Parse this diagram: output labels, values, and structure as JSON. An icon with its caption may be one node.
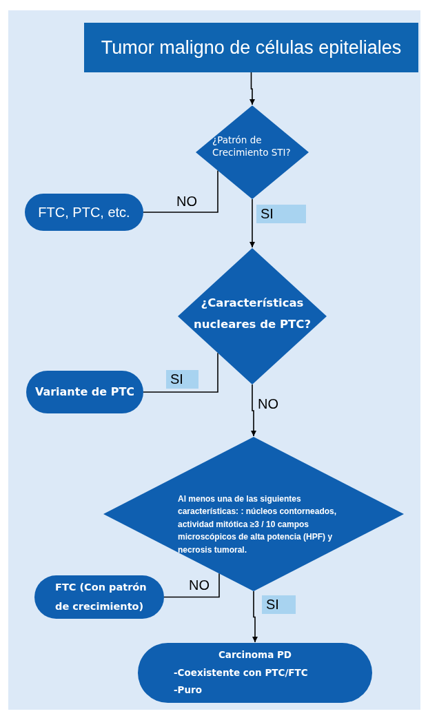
{
  "diagram": {
    "nodes": [
      {
        "text": [
          "Tumor maligno de células epiteliales"
        ]
      },
      {
        "text": [
          "¿Patrón de Crecimiento STI?"
        ]
      },
      {
        "text": [
          "FTC, PTC, etc."
        ]
      },
      {
        "text": [
          "¿Características nucleares de PTC?"
        ]
      },
      {
        "text": [
          "Variante de PTC"
        ]
      },
      {
        "text": [
          "Al menos una de las siguientes características: : núcleos contorneados, actividad mitótica ≥3 / 10 campos microscópicos de alta potencia (HPF) y necrosis tumoral."
        ]
      },
      {
        "text": [
          "FTC (Con patrón de crecimiento)"
        ]
      },
      {
        "text": [
          "Carcinoma PD",
          "-Coexistente con PTC/FTC",
          "-Puro"
        ]
      }
    ],
    "edges": [
      {
        "from": 0,
        "to": 1,
        "arrow": "to"
      },
      {
        "from": 1,
        "to": 2,
        "arrow": "none",
        "label": "NO"
      },
      {
        "from": 1,
        "to": 3,
        "arrow": "to",
        "label": "SI"
      },
      {
        "from": 3,
        "to": 4,
        "arrow": "none",
        "label": "SI"
      },
      {
        "from": 3,
        "to": 5,
        "arrow": "to",
        "label": "NO"
      },
      {
        "from": 5,
        "to": 6,
        "arrow": "none",
        "label": "NO"
      },
      {
        "from": 5,
        "to": 7,
        "arrow": "to",
        "label": "SI"
      }
    ]
  }
}
